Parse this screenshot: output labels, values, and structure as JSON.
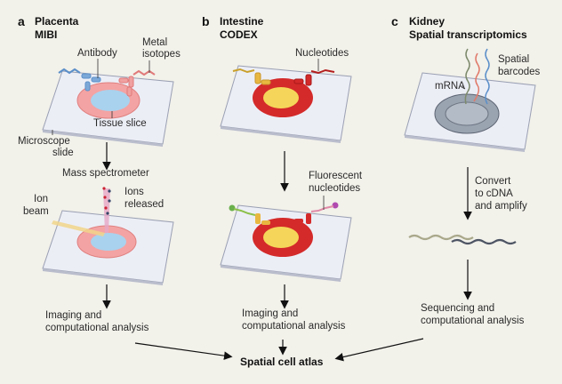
{
  "panels": [
    {
      "letter": "a",
      "title": "Placenta",
      "method": "MIBI",
      "labels": {
        "antibody": "Antibody",
        "metal_isotopes_1": "Metal",
        "metal_isotopes_2": "isotopes",
        "tissue_slice": "Tissue slice",
        "microscope_slide_1": "Microscope",
        "microscope_slide_2": "slide",
        "mass_spectrometer": "Mass spectrometer",
        "ion_beam_1": "Ion",
        "ion_beam_2": "beam",
        "ions_released_1": "Ions",
        "ions_released_2": "released"
      },
      "step_1": "Imaging and",
      "step_2": "computational analysis"
    },
    {
      "letter": "b",
      "title": "Intestine",
      "method": "CODEX",
      "labels": {
        "nucleotides": "Nucleotides",
        "fluorescent_1": "Fluorescent",
        "fluorescent_2": "nucleotides"
      },
      "step_1": "Imaging and",
      "step_2": "computational analysis"
    },
    {
      "letter": "c",
      "title": "Kidney",
      "method": "Spatial transcriptomics",
      "labels": {
        "mrna": "mRNA",
        "spatial_barcodes_1": "Spatial",
        "spatial_barcodes_2": "barcodes",
        "convert_1": "Convert",
        "convert_2": "to cDNA",
        "convert_3": "and amplify"
      },
      "step_1": "Sequencing and",
      "step_2": "computational analysis"
    }
  ],
  "result": "Spatial cell atlas",
  "colors": {
    "background": "#f2f1ea",
    "slide": "#eceef6",
    "antibody_blue": "#5b8fc9",
    "isotope_red": "#e07a7a",
    "tissue_pink": "#f3a3a3",
    "tissue_blue": "#a9d2ee",
    "intestine_red": "#d42a2a",
    "intestine_yellow": "#f5d65a",
    "kidney_gray": "#9aa3b0"
  }
}
